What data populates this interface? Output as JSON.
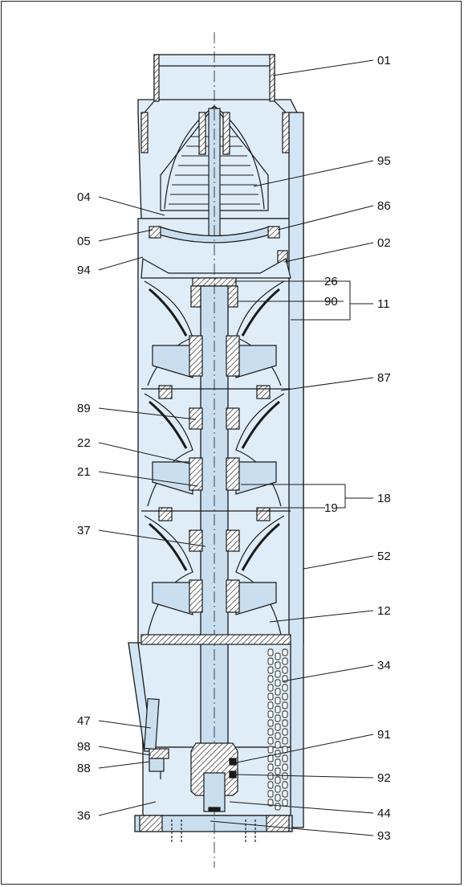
{
  "diagram": {
    "colors": {
      "fill": "#deedf8",
      "fill_dark": "#c9dff0",
      "line": "#1a1a1a",
      "hatch": "#2a2a2a",
      "background": "#ffffff"
    },
    "labels": {
      "l01": "01",
      "l95": "95",
      "l04": "04",
      "l86": "86",
      "l05": "05",
      "l02": "02",
      "l94": "94",
      "l26": "26",
      "l90": "90",
      "l11": "11",
      "l87": "87",
      "l89": "89",
      "l22": "22",
      "l21": "21",
      "l19": "19",
      "l18": "18",
      "l37": "37",
      "l52": "52",
      "l12": "12",
      "l34": "34",
      "l47": "47",
      "l91": "91",
      "l98": "98",
      "l88": "88",
      "l92": "92",
      "l36": "36",
      "l44": "44",
      "l93": "93"
    }
  }
}
